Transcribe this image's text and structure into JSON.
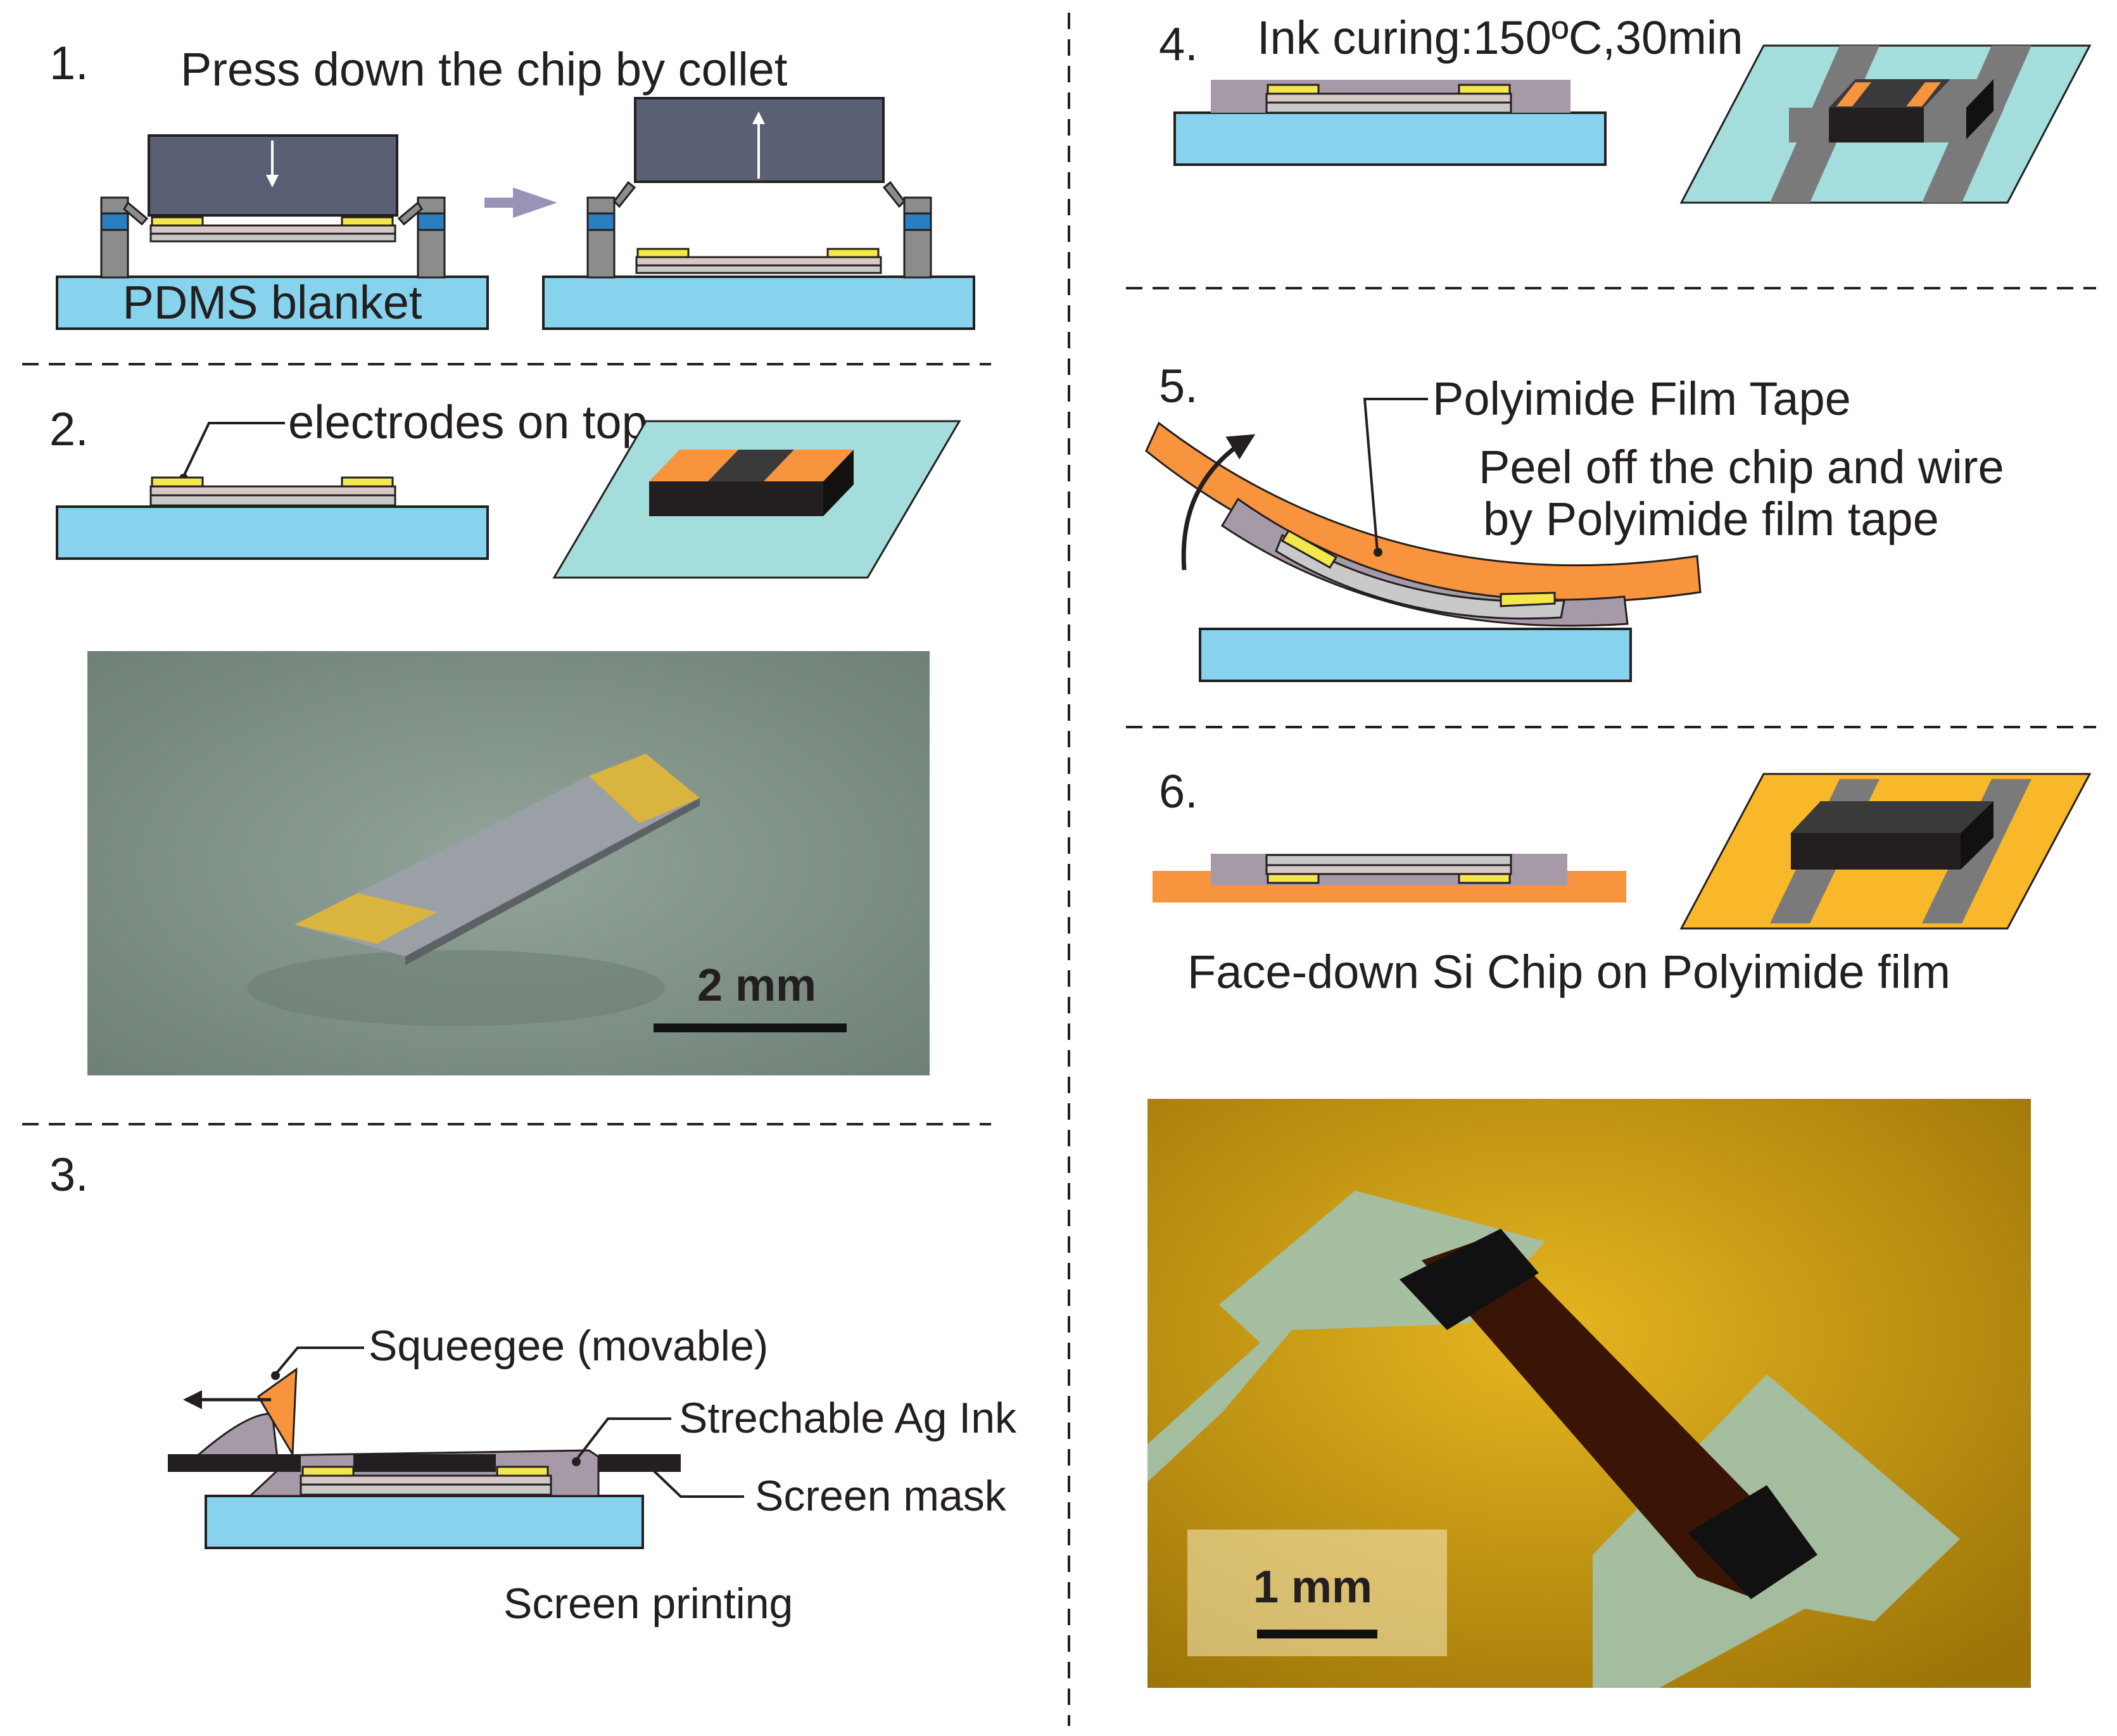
{
  "panels": {
    "p1": {
      "number": "1.",
      "title": "Press down the chip by collet",
      "substrate_label": "PDMS blanket"
    },
    "p2": {
      "number": "2.",
      "callout": "electrodes on top",
      "photo_scale": "2 mm"
    },
    "p3": {
      "number": "3.",
      "squeegee": "Squeegee (movable)",
      "ink": "Strechable Ag Ink",
      "mask": "Screen mask",
      "caption": "Screen printing"
    },
    "p4": {
      "number": "4.",
      "title": "Ink curing:150ºC,30min"
    },
    "p5": {
      "number": "5.",
      "tape_label": "Polyimide Film Tape",
      "caption_line1": "Peel off the chip and wire",
      "caption_line2": "by Polyimide film tape"
    },
    "p6": {
      "number": "6.",
      "caption": "Face-down Si Chip on Polyimide film",
      "photo_scale": "1 mm"
    }
  },
  "colors": {
    "substrate": "#87d3ee",
    "collet": "#5a6074",
    "electrode": "#f3e74b",
    "chip_layer": "#c9c9c9",
    "chip_dark": "#231f20",
    "ag_ink": "#a79aa8",
    "polyimide": "#f7943d",
    "squeegee": "#f7943d",
    "iso_bg": "#a4dedc",
    "pi_film_iso": "#f9b72a",
    "guide_arrow": "#9794b8",
    "photo1_bg": "#8d9c92",
    "photo2_bg": "#c89c12"
  }
}
